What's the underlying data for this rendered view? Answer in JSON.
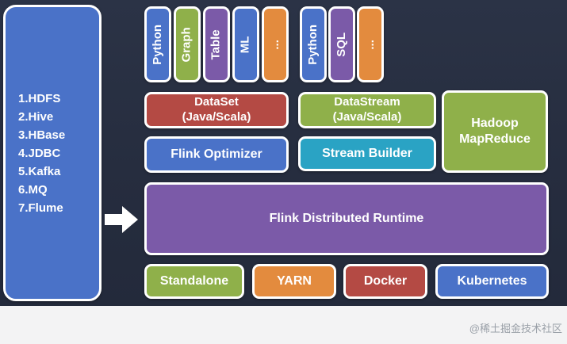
{
  "sources": {
    "items": [
      "1.HDFS",
      "2.Hive",
      "3.HBase",
      "4.JDBC",
      "5.Kafka",
      "6.MQ",
      "7.Flume"
    ]
  },
  "batch_libs": [
    {
      "label": "Python",
      "color": "#4a72c8"
    },
    {
      "label": "Graph",
      "color": "#8fb04a"
    },
    {
      "label": "Table",
      "color": "#7b5aa8"
    },
    {
      "label": "ML",
      "color": "#4a72c8"
    },
    {
      "label": "...",
      "color": "#e38b3e"
    }
  ],
  "stream_libs": [
    {
      "label": "Python",
      "color": "#4a72c8"
    },
    {
      "label": "SQL",
      "color": "#7b5aa8"
    },
    {
      "label": "...",
      "color": "#e38b3e"
    }
  ],
  "apis": {
    "dataset_line1": "DataSet",
    "dataset_line2": "(Java/Scala)",
    "datastream_line1": "DataStream",
    "datastream_line2": "(Java/Scala)",
    "hadoop_line1": "Hadoop",
    "hadoop_line2": "MapReduce"
  },
  "optimizers": {
    "flink_optimizer": "Flink Optimizer",
    "stream_builder": "Stream Builder"
  },
  "runtime": {
    "label": "Flink Distributed Runtime"
  },
  "deploy": [
    {
      "label": "Standalone",
      "color": "#8fb04a"
    },
    {
      "label": "YARN",
      "color": "#e38b3e"
    },
    {
      "label": "Docker",
      "color": "#b44a44"
    },
    {
      "label": "Kubernetes",
      "color": "#4a72c8"
    }
  ],
  "watermark": {
    "text": "@稀土掘金技术社区"
  }
}
